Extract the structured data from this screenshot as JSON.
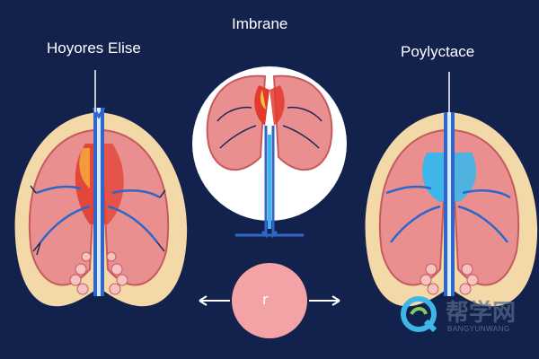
{
  "labels": {
    "left": "Hoyores Elise",
    "center": "Imbrane",
    "right": "Poylyctace"
  },
  "center_circle_glyph": "r",
  "watermark": {
    "text": "帮学网",
    "sub": "BANGYUNWANG"
  },
  "colors": {
    "background": "#13214d",
    "tissue": "#e98f8f",
    "tissue_dark": "#c75a5e",
    "outer_shell": "#f3d9a7",
    "vessel_red": "#e23b2e",
    "vessel_blue": "#2f66c9",
    "vessel_cyan": "#3fb6ea"
  }
}
